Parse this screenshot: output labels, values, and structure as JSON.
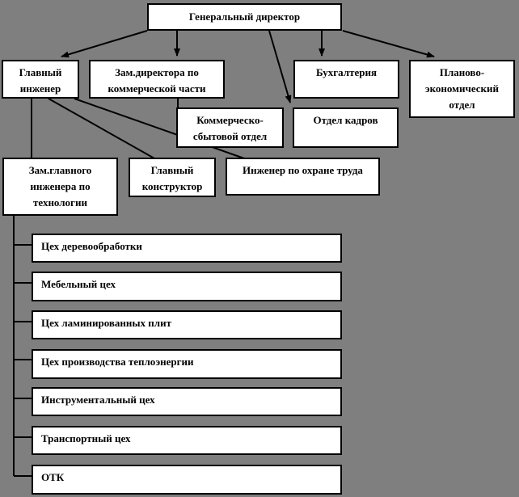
{
  "org_chart": {
    "general_director": "Генеральный директор",
    "chief_engineer": "Главный\nинженер",
    "deputy_commercial": "Зам.директора по\nкоммерческой части",
    "accounting": "Бухгалтерия",
    "planning_economic": "Планово-\nэкономический\nотдел",
    "commercial_sales": "Коммерческо-\nсбытовой отдел",
    "hr_department": "Отдел кадров",
    "deputy_chief_engineer_tech": "Зам.главного\nинженера по\nтехнологии",
    "chief_designer": "Главный\nконструктор",
    "labor_safety_engineer": "Инженер по охране труда",
    "workshops": [
      "Цех деревообработки",
      "Мебельный цех",
      "Цех ламинированных плит",
      "Цех производства теплоэнергии",
      "Инструментальный цех",
      "Транспортный цех",
      "ОТК"
    ],
    "colors": {
      "background": "#7f7f7f",
      "box_fill": "#ffffff",
      "box_border": "#000000",
      "line": "#000000"
    }
  }
}
